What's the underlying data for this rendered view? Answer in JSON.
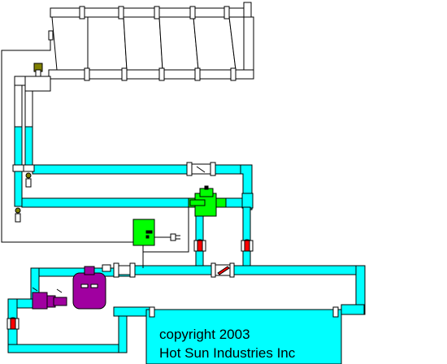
{
  "caption": {
    "line1": "copyright 2003",
    "line2": "Hot Sun Industries Inc"
  },
  "colors": {
    "water": "#00ffff",
    "dry_pipe": "#ffffff",
    "outline": "#000000",
    "controller": "#00ff00",
    "valve_body": "#00ff00",
    "filter": "#a000a0",
    "pump": "#a000a0",
    "check_valve_flap": "#ff0000"
  },
  "components": {
    "collector_array": "collector-array",
    "vacuum_breaker": "vacuum-breaker-icon",
    "controller": "solar-controller",
    "three_way_valve": "three-way-valve",
    "filter": "filter-tank",
    "pump": "pump",
    "pool": "pool"
  }
}
